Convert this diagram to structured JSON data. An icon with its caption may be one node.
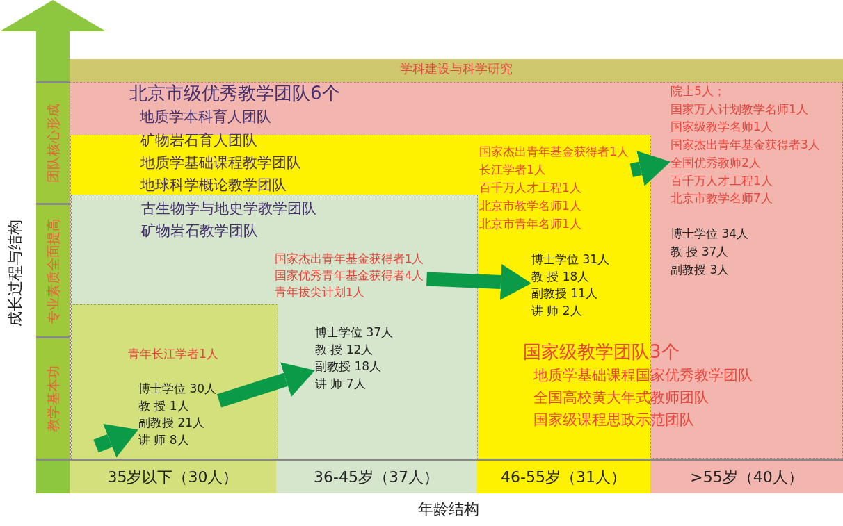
{
  "diagram": {
    "nodes": [
      {
        "text": [
          "学科建设与科学研究"
        ]
      },
      {
        "text": [
          "北京市级优秀教学团队6个",
          "地质学本科育人团队"
        ]
      },
      {
        "text": [
          "矿物岩石育人团队",
          "地质学基础课程教学团队",
          "地球科学概论教学团队",
          "国家级教学团队3个",
          "地质学基础课程国家优秀教学团队",
          "全国高校黄大年式教师团队",
          "国家级课程思政示范团队"
        ],
        "in": 1
      },
      {
        "text": [
          "古生物学与地史学教学团队",
          "矿物岩石教学团队"
        ],
        "in": 2
      },
      {
        "text": [],
        "shape": "box",
        "in": 3
      },
      {
        "text": [
          "院士5人；",
          "国家万人计划教学名师1人",
          "国家级教学名师1人",
          "国家杰出青年基金获得者3人",
          "全国优秀教师2人",
          "百千万人才工程1人",
          "北京市教学名师7人"
        ],
        "in": 1
      },
      {
        "text": [
          "博士学位 34人",
          "教 授 37人",
          "副教授 3人"
        ],
        "in": 1
      },
      {
        "text": [
          "国家杰出青年基金获得者1人",
          "长江学者1人",
          "百千万人才工程1人",
          "北京市教学名师1人",
          "北京市青年名师1人"
        ],
        "in": 2
      },
      {
        "text": [
          "博士学位 31人",
          "教 授 18人",
          "副教授 11人",
          "讲 师 2人"
        ],
        "in": 2
      },
      {
        "text": [
          "国家杰出青年基金获得者1人",
          "国家优秀青年基金获得者4人",
          "青年拔尖计划1人"
        ],
        "in": 3
      },
      {
        "text": [
          "博士学位 37人",
          "教 授 12人",
          "副教授 18人",
          "讲 师 7人"
        ],
        "in": 3
      },
      {
        "text": [
          "青年长江学者1人"
        ],
        "in": 4
      },
      {
        "text": [
          "博士学位 30人",
          "教 授 1人",
          "副教授 21人",
          "讲 师 8人"
        ],
        "in": 4
      },
      {
        "text": [
          "团队核心形成"
        ]
      },
      {
        "text": [
          "专业素质全面提高"
        ]
      },
      {
        "text": [
          "教学基本功"
        ]
      }
    ],
    "edges": [
      {
        "from": null,
        "to": 12,
        "arrow": "to"
      },
      {
        "from": 12,
        "to": 10,
        "arrow": "to"
      },
      {
        "from": 9,
        "to": 8,
        "arrow": "to"
      },
      {
        "from": 7,
        "to": 5,
        "arrow": "to"
      }
    ],
    "labels": [
      "成长过程与结构",
      "35岁以下（30人）",
      "36-45岁（37人）",
      "46-55岁（31人）",
      ">55岁（40人）",
      "年龄结构"
    ]
  }
}
